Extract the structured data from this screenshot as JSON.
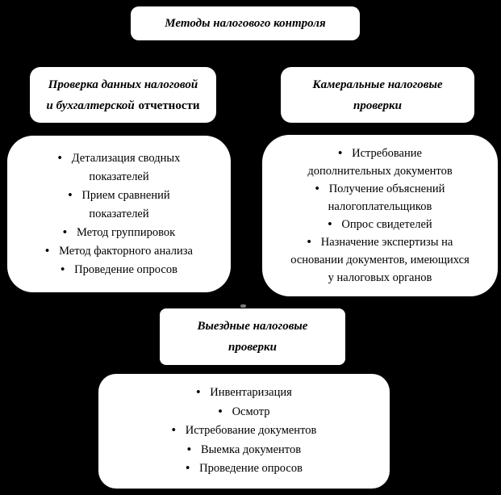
{
  "diagram": {
    "colors": {
      "background": "#000000",
      "box_fill": "#ffffff",
      "text": "#000000"
    },
    "bullet_char": "•",
    "title": "Методы налогового контроля",
    "left_header": {
      "line1": "Проверка данных налоговой",
      "line2_italic": "и бухгалтерской",
      "line2_regular": "отчетности"
    },
    "right_header": {
      "line1": "Камеральные налоговые",
      "line2": "проверки"
    },
    "field_header": {
      "line1": "Выездные налоговые",
      "line2": "проверки"
    },
    "left_list_items": [
      "Детализация сводных\nпоказателей",
      "Прием сравнений\nпоказателей",
      "Метод группировок",
      "Метод факторного анализа",
      "Проведение опросов"
    ],
    "right_list_items": [
      "Истребование\nдополнительных документов",
      "Получение объяснений\nналогоплательщиков",
      "Опрос свидетелей",
      "Назначение экспертизы на\nосновании документов, имеющихся\nу налоговых органов"
    ],
    "bottom_list_items": [
      "Инвентаризация",
      "Осмотр",
      "Истребование документов",
      "Выемка документов",
      "Проведение опросов"
    ]
  }
}
